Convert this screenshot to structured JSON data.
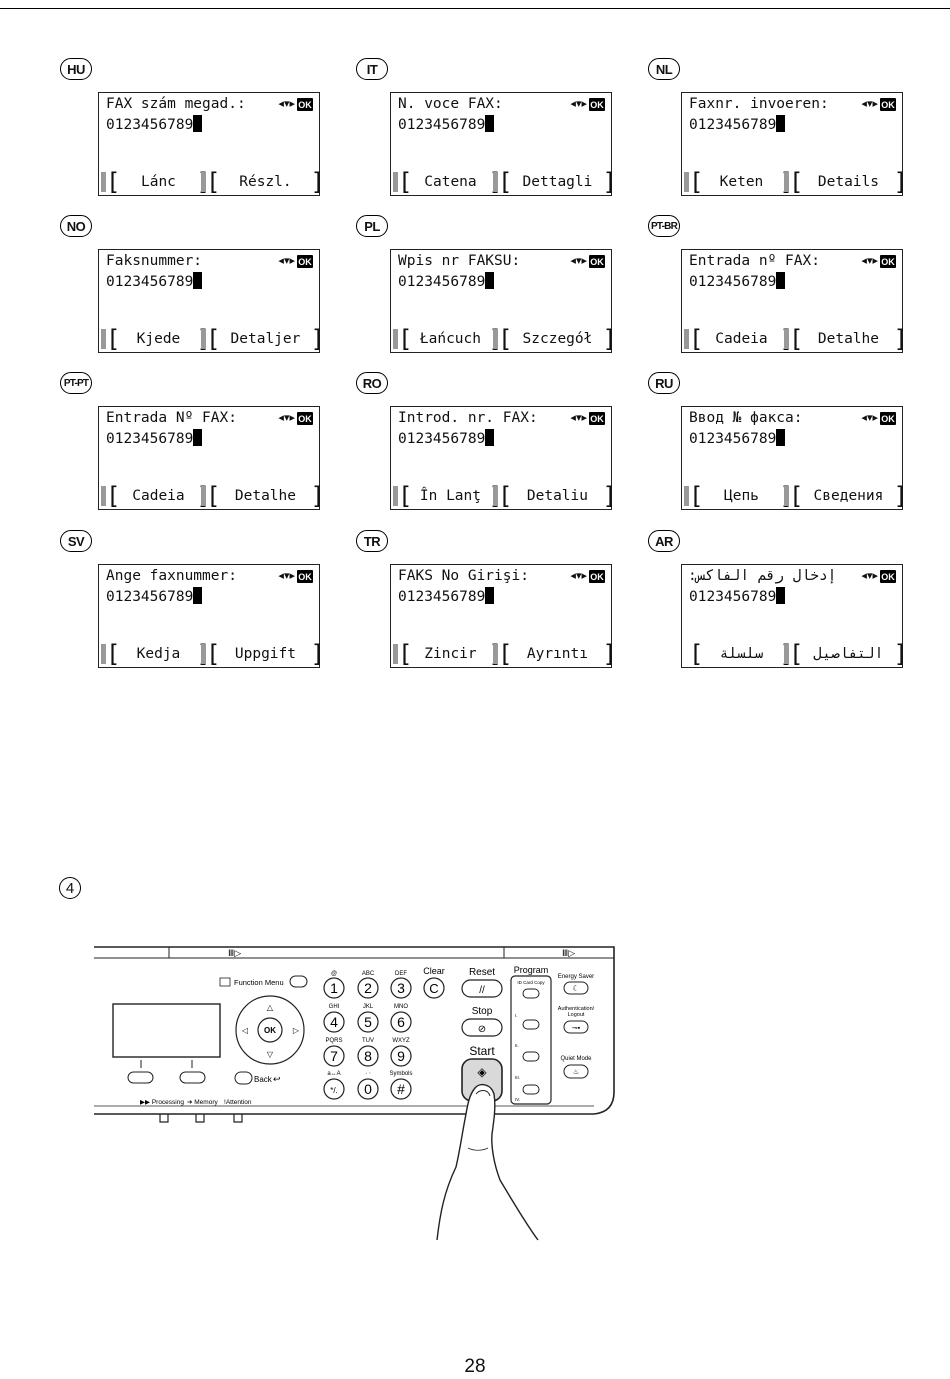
{
  "screens": [
    {
      "lang": "HU",
      "line1": "FAX szám megad.:",
      "line2": "0123456789",
      "left": "Lánc",
      "right": "Részl."
    },
    {
      "lang": "IT",
      "line1": "N. voce FAX:",
      "line2": "0123456789",
      "left": "Catena",
      "right": "Dettagli"
    },
    {
      "lang": "NL",
      "line1": "Faxnr. invoeren:",
      "line2": "0123456789",
      "left": "Keten",
      "right": "Details"
    },
    {
      "lang": "NO",
      "line1": "Faksnummer:",
      "line2": "0123456789",
      "left": "Kjede",
      "right": "Detaljer"
    },
    {
      "lang": "PL",
      "line1": "Wpis nr FAKSU:",
      "line2": "0123456789",
      "left": "Łańcuch",
      "right": "Szczegół"
    },
    {
      "lang": "PT-BR",
      "line1": "Entrada nº FAX:",
      "line2": "0123456789",
      "left": "Cadeia",
      "right": "Detalhe"
    },
    {
      "lang": "PT-PT",
      "line1": "Entrada Nº FAX:",
      "line2": "0123456789",
      "left": "Cadeia",
      "right": "Detalhe"
    },
    {
      "lang": "RO",
      "line1": "Introd. nr. FAX:",
      "line2": "0123456789",
      "left": "În Lanţ",
      "right": "Detaliu"
    },
    {
      "lang": "RU",
      "line1": "Ввод № факса:",
      "line2": "0123456789",
      "left": "Цепь",
      "right": "Сведения"
    },
    {
      "lang": "SV",
      "line1": "Ange faxnummer:",
      "line2": "0123456789",
      "left": "Kedja",
      "right": "Uppgift"
    },
    {
      "lang": "TR",
      "line1": "FAKS No Girişi:",
      "line2": "0123456789",
      "left": "Zincir",
      "right": "Ayrıntı"
    },
    {
      "lang": "AR",
      "line1": "إدخال رقم الفاكس:",
      "line2": "0123456789",
      "left": "سلسلة",
      "right": "التفاصيل"
    }
  ],
  "ok_label": "OK",
  "step_number": "4",
  "panel": {
    "function_menu": "Function Menu",
    "back": "Back",
    "keys": [
      {
        "digit": "1",
        "sub": "@"
      },
      {
        "digit": "2",
        "sub": "ABC"
      },
      {
        "digit": "3",
        "sub": "DEF"
      },
      {
        "digit": "4",
        "sub": "GHI"
      },
      {
        "digit": "5",
        "sub": "JKL"
      },
      {
        "digit": "6",
        "sub": "MNO"
      },
      {
        "digit": "7",
        "sub": "PQRS"
      },
      {
        "digit": "8",
        "sub": "TUV"
      },
      {
        "digit": "9",
        "sub": "WXYZ"
      },
      {
        "digit": "*/.",
        "sub": "a↔A"
      },
      {
        "digit": "0",
        "sub": "· ‧"
      },
      {
        "digit": "#",
        "sub": "Symbols"
      }
    ],
    "clear": "Clear",
    "clear_key": "C",
    "reset": "Reset",
    "stop": "Stop",
    "start": "Start",
    "program": "Program",
    "id_card_copy": "ID Card Copy",
    "energy_saver": "Energy Saver",
    "auth_line1": "Authentication/",
    "auth_line2": "Logout",
    "quiet_mode": "Quiet Mode",
    "processing": "Processing",
    "memory": "Memory",
    "attention": "Attention",
    "program_slots": [
      "I.",
      "II.",
      "III.",
      "IV."
    ]
  },
  "page_number": "28"
}
